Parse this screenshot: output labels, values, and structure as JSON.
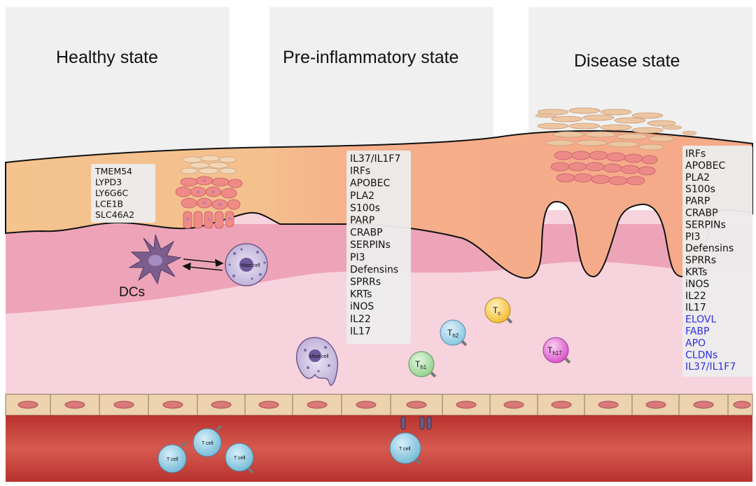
{
  "headers": {
    "healthy": "Healthy state",
    "pre": "Pre-inflammatory state",
    "disease": "Disease state"
  },
  "healthy_genes": [
    "TMEM54",
    "LYPD3",
    "LY6G6C",
    "LCE1B",
    "SLC46A2"
  ],
  "pre_genes": [
    "IL37/IL1F7",
    "IRFs",
    "APOBEC",
    "PLA2",
    "S100s",
    "PARP",
    "CRABP",
    "SERPINs",
    "PI3",
    "Defensins",
    "SPRRs",
    "KRTs",
    "iNOS",
    "IL22",
    "IL17"
  ],
  "disease_genes_black": [
    "IRFs",
    "APOBEC",
    "PLA2",
    "S100s",
    "PARP",
    "CRABP",
    "SERPINs",
    "PI3",
    "Defensins",
    "SPRRs",
    "KRTs",
    "iNOS",
    "IL22",
    "IL17"
  ],
  "disease_genes_blue": [
    "ELOVL",
    "FABP",
    "APO",
    "CLDNs",
    "IL37/IL1F7"
  ],
  "labels": {
    "dcs": "DCs",
    "mast_cell": "Mast cell",
    "t_cell": "T cell",
    "th1": "T",
    "th1_sub": "h1",
    "th2": "T",
    "th2_sub": "h2",
    "tc": "T",
    "tc_sub": "c",
    "th17": "T",
    "th17_sub": "h17"
  },
  "colors": {
    "panel_bg": "#f0f0f0",
    "epidermis_healthy": "#f4c38e",
    "epidermis_disease": "#f5a98a",
    "dermis_upper": "#eea4b8",
    "dermis_lower": "#f7d3de",
    "vessel": "#c9403a",
    "endothelium": "#ecd2ad",
    "text_blue": "#2f2fd8"
  }
}
